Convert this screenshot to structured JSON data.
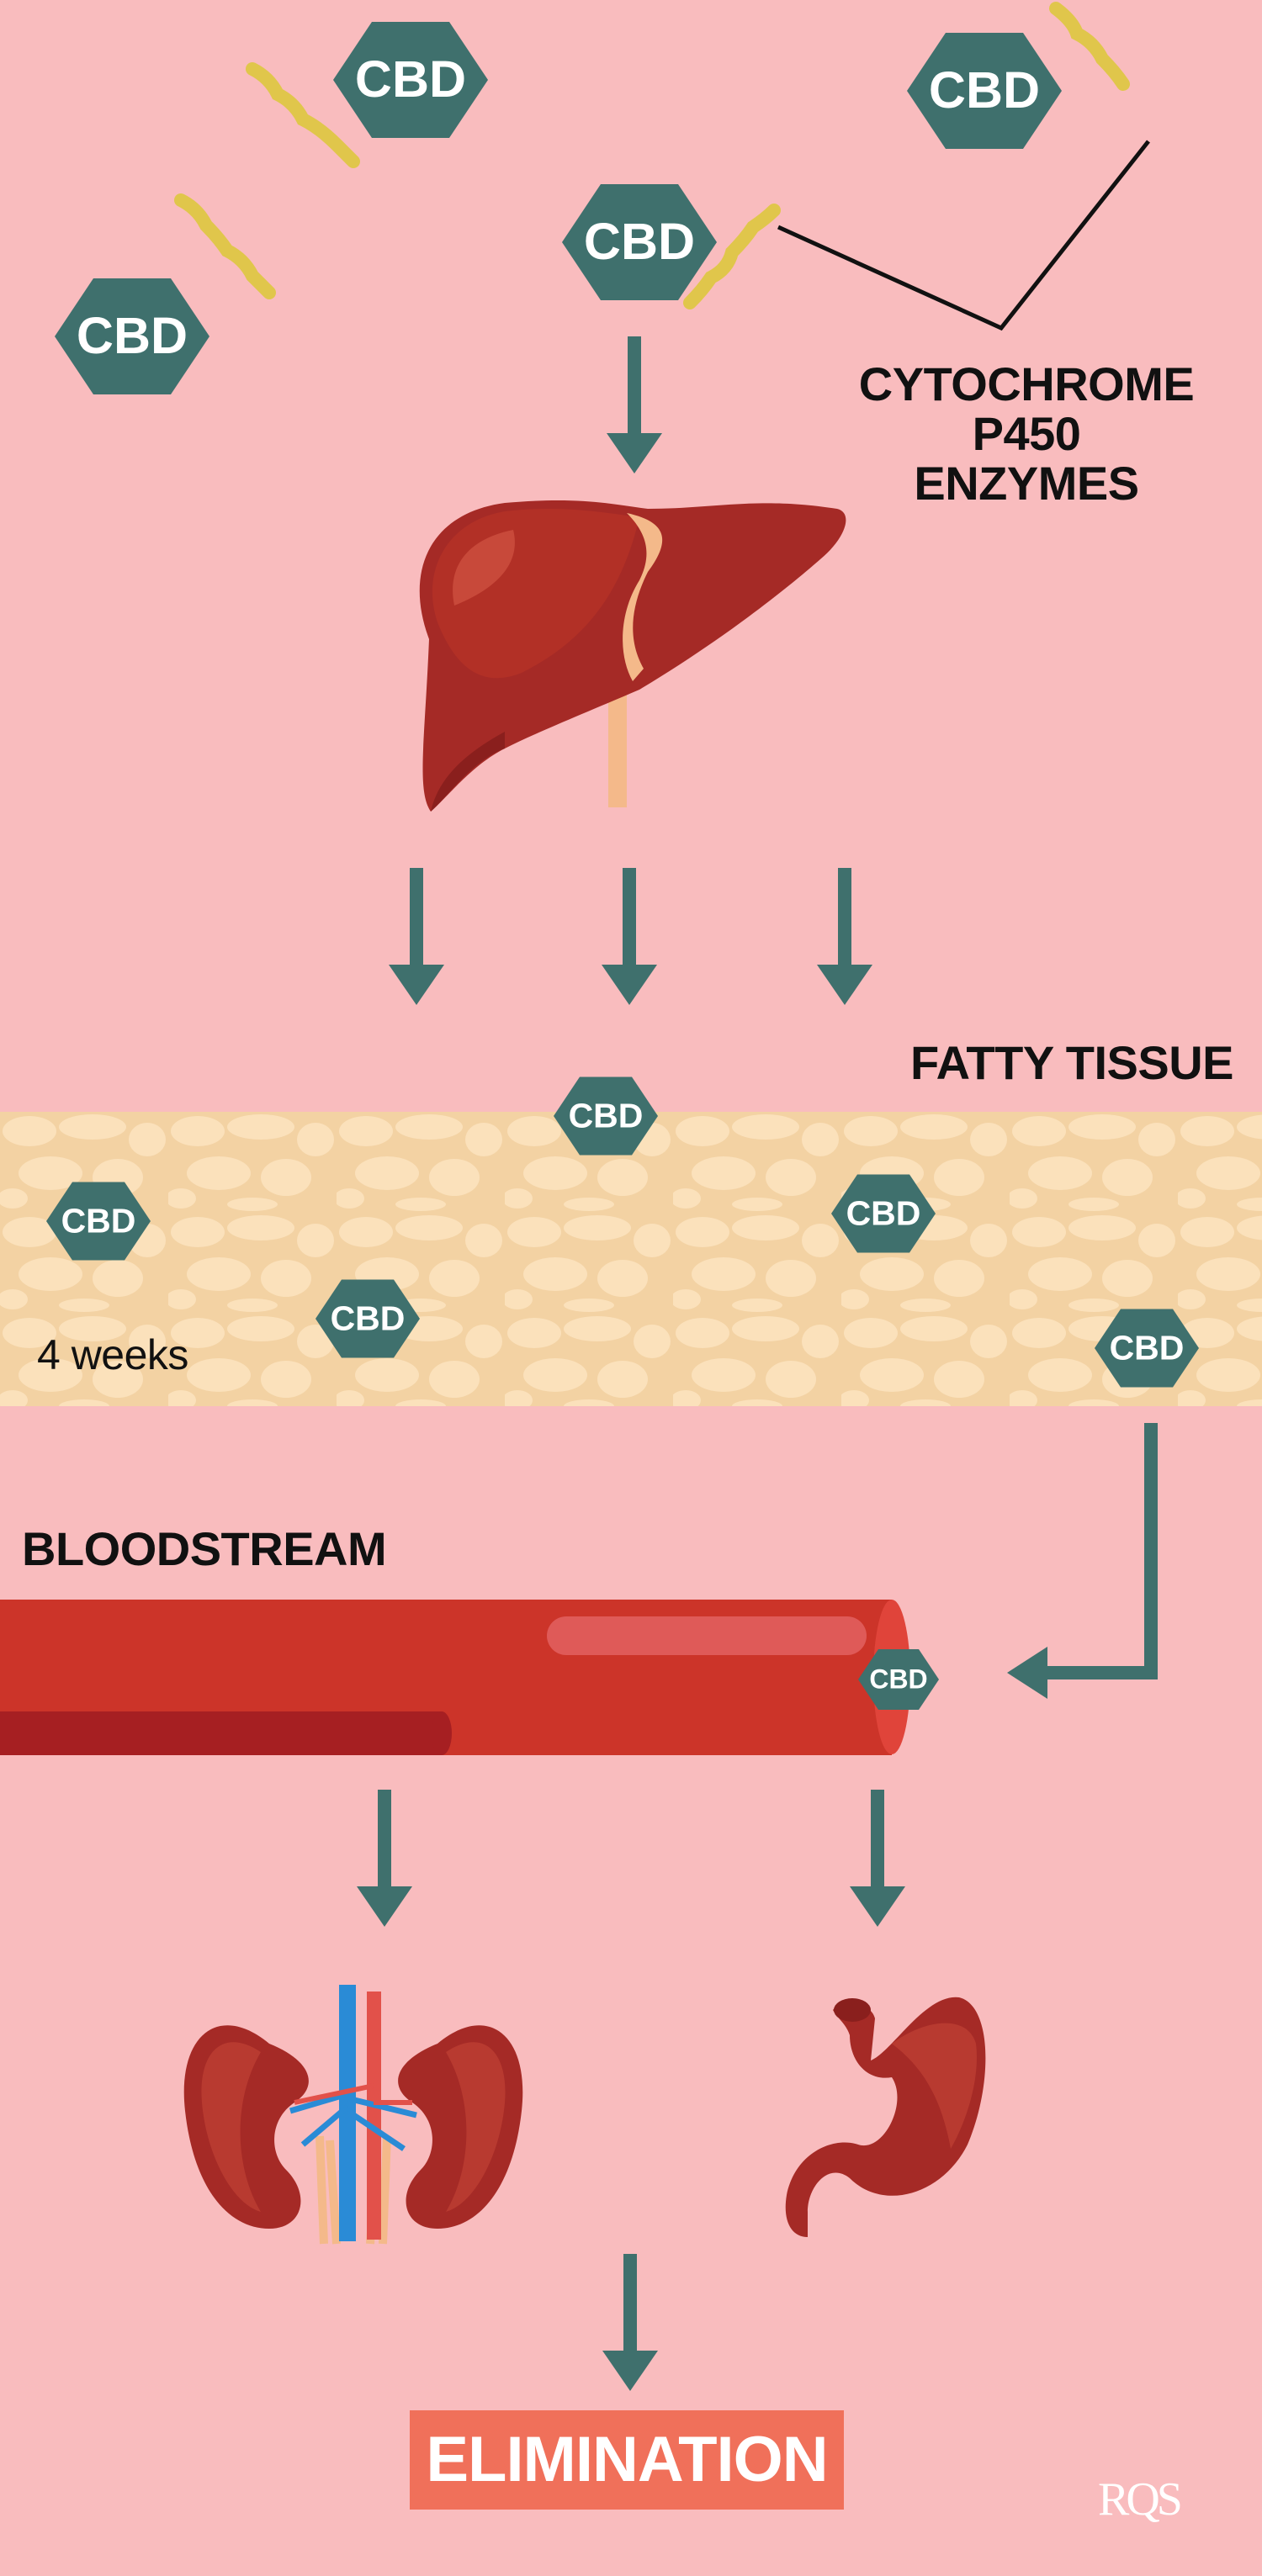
{
  "cbd_label": "CBD",
  "enzymes_label": "CYTOCHROME P450 ENZYMES",
  "fatty_tissue_label": "FATTY TISSUE",
  "duration_label": "4 weeks",
  "bloodstream_label": "BLOODSTREAM",
  "elimination_label": "ELIMINATION",
  "logo_text": "RQS",
  "colors": {
    "background": "#f9bcbe",
    "hexagon": "#3f706d",
    "arrow": "#3f706d",
    "organ": "#a52a26",
    "fat": "#f3d2a3",
    "elimination_box": "#f0705a"
  }
}
